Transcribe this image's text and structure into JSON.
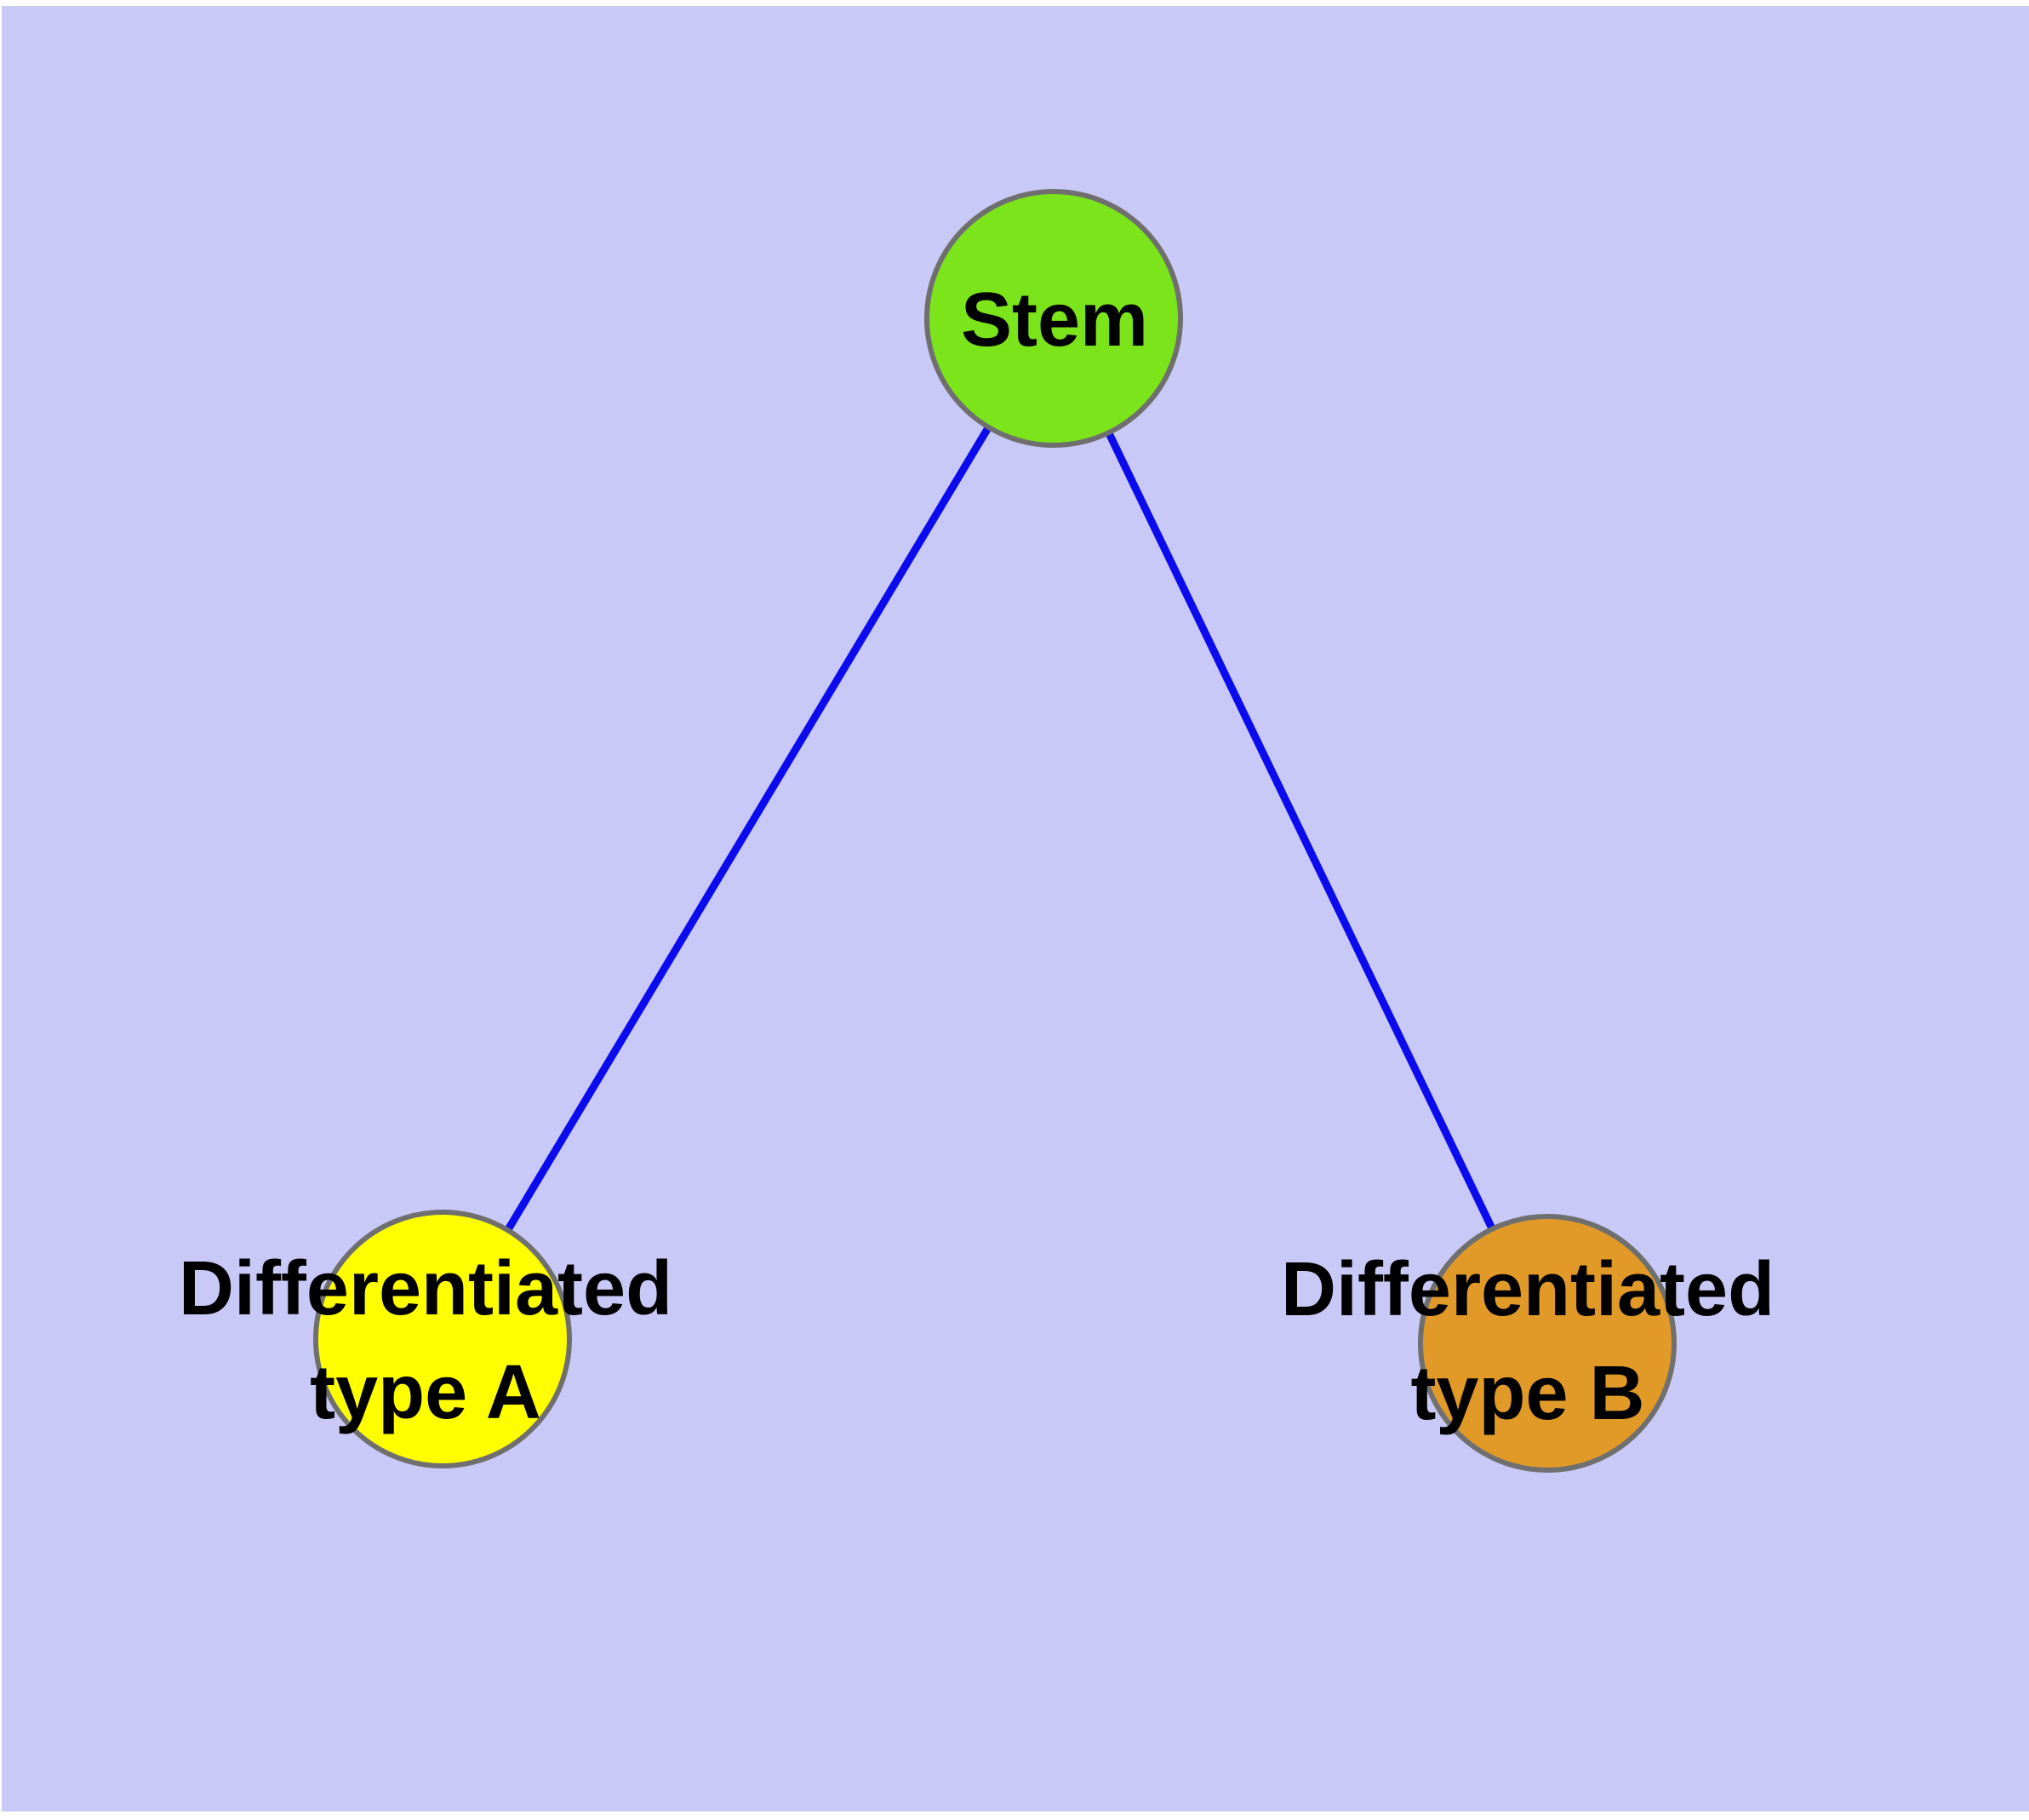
{
  "diagram": {
    "background_color": "#C9C9F7",
    "page_margin_color": "#FFFFFF",
    "edge_color": "#0B0BEE",
    "node_border_color": "#6F6F6F",
    "text_color": "#000000",
    "nodes": {
      "stem": {
        "label": "Stem",
        "fill": "#7CE41B"
      },
      "type_a": {
        "label_line1": "Differentiated",
        "label_line2": "type A",
        "fill": "#FFFF00"
      },
      "type_b": {
        "label_line1": "Differentiated",
        "label_line2": "type B",
        "fill": "#E19A28"
      }
    },
    "edges": [
      {
        "from": "stem",
        "to": "type_a"
      },
      {
        "from": "stem",
        "to": "type_b"
      }
    ]
  }
}
